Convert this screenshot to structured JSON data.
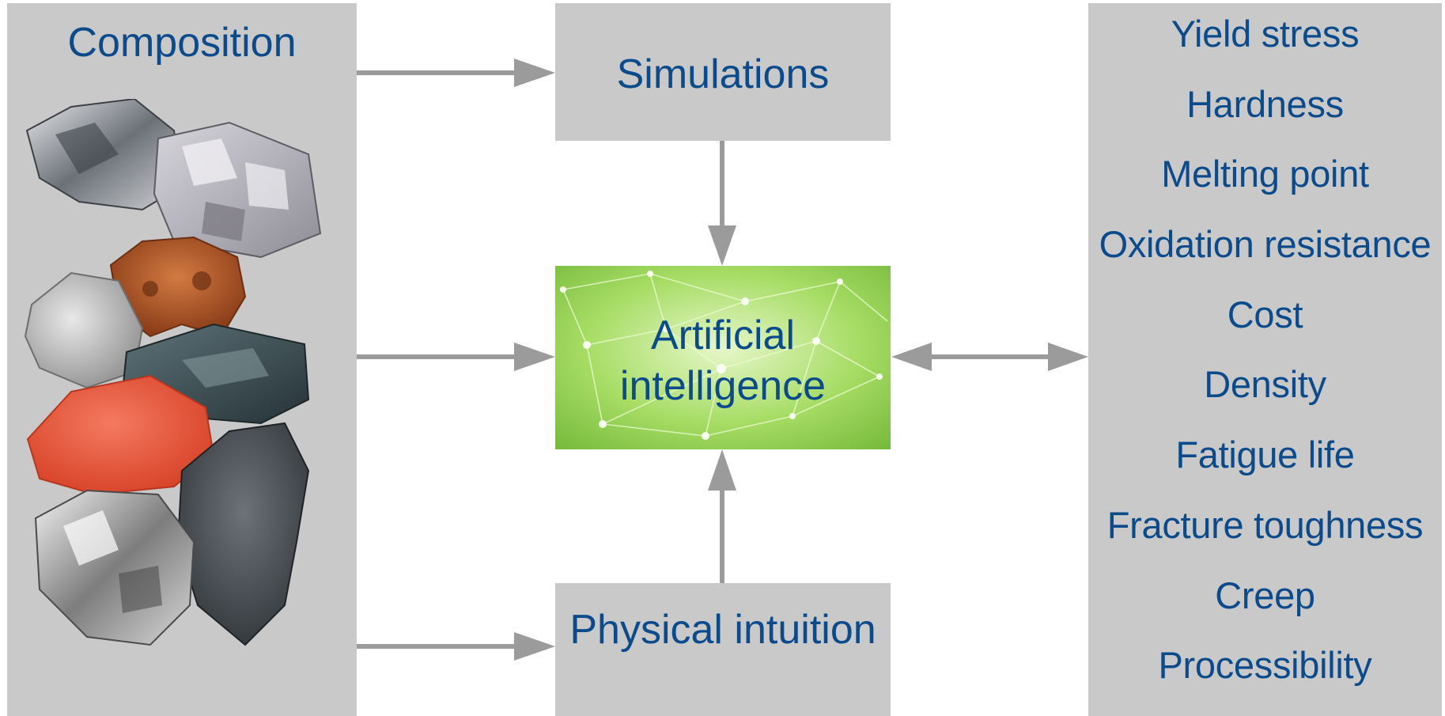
{
  "composition": {
    "title": "Composition"
  },
  "simulations": {
    "title": "Simulations"
  },
  "artificial_intelligence": {
    "title": "Artificial intelligence"
  },
  "physical_intuition": {
    "title": "Physical intuition"
  },
  "properties": [
    "Yield stress",
    "Hardness",
    "Melting point",
    "Oxidation resistance",
    "Cost",
    "Density",
    "Fatigue life",
    "Fracture toughness",
    "Creep",
    "Processibility"
  ],
  "colors": {
    "panel_gray": "#c9c9c9",
    "text_blue": "#0b4a8b",
    "arrow_gray": "#9b9b9b",
    "ai_green": "#8fd14f"
  },
  "icons": {
    "minerals": "element-samples-image",
    "ai_background": "neural-network-image"
  }
}
